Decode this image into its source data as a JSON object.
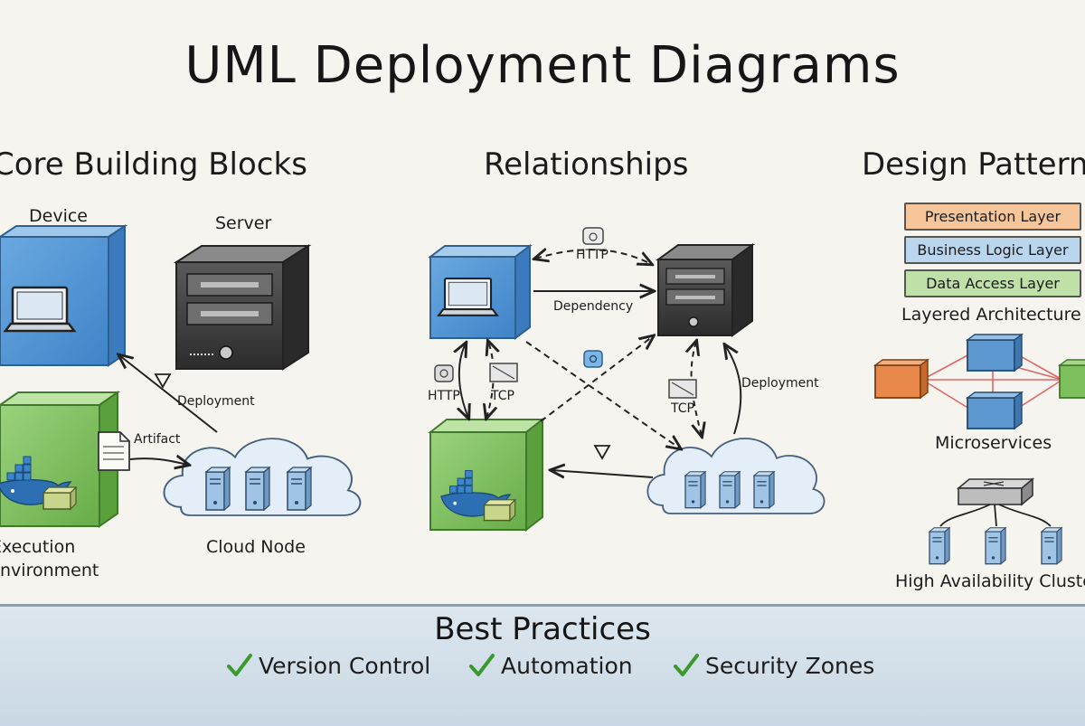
{
  "title": "UML Deployment Diagrams",
  "sections": {
    "building_blocks": {
      "heading": "Core Building Blocks",
      "device_label": "Device",
      "server_label": "Server",
      "exec_env_label_line1": "Execution",
      "exec_env_label_line2": "Environment",
      "cloud_node_label": "Cloud Node",
      "artifact_label": "Artifact",
      "deployment_label": "Deployment"
    },
    "relationships": {
      "heading": "Relationships",
      "http_top": "HTTP",
      "dependency": "Dependency",
      "http_left": "HTTP",
      "tcp_left": "TCP",
      "tcp_right": "TCP",
      "deployment": "Deployment"
    },
    "design_patterns": {
      "heading": "Design Patterns",
      "layers": [
        {
          "label": "Presentation Layer",
          "color": "#f7c59a"
        },
        {
          "label": "Business Logic Layer",
          "color": "#b9d6ee"
        },
        {
          "label": "Data Access Layer",
          "color": "#bfe0a6"
        }
      ],
      "layered_label": "Layered Architecture",
      "microservices_label": "Microservices",
      "ha_cluster_label": "High Availability Cluster"
    }
  },
  "best_practices": {
    "title": "Best Practices",
    "items": [
      "Version Control",
      "Automation",
      "Security Zones"
    ]
  },
  "colors": {
    "device_blue": "#4f93d4",
    "server_dark": "#3c3c3c",
    "exec_green": "#79bf5a",
    "cloud_blue": "#cfe3f4",
    "check_green": "#3a9a2e"
  }
}
